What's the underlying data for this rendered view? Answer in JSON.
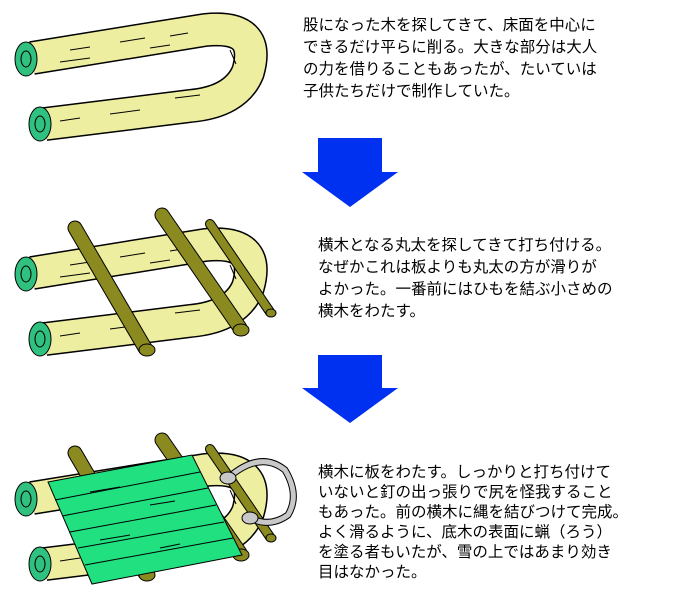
{
  "steps": [
    {
      "lines": [
        "股になった木を探してきて、床面を中心に",
        "できるだけ平らに削る。大きな部分は大人",
        "の力を借りることもあったが、たいていは",
        "子供たちだけで制作していた。"
      ]
    },
    {
      "lines": [
        "横木となる丸太を探してきて打ち付ける。",
        "なぜかこれは板よりも丸太の方が滑りが",
        "よかった。一番前にはひもを結ぶ小さめの",
        "横木をわたす。"
      ]
    },
    {
      "lines": [
        "横木に板をわたす。しっかりと打ち付けて",
        "いないと釘の出っ張りで尻を怪我すること",
        "もあった。前の横木に縄を結びつけて完成。",
        "よく滑るように、底木の表面に蝋（ろう）",
        "を塗る者もいたが、雪の上ではあまり効き",
        "目はなかった。"
      ]
    }
  ],
  "colors": {
    "wood": "#eeeea0",
    "end": "#30c080",
    "log": "#8a8a20",
    "board": "#20e080",
    "arrow": "#0030f0",
    "rope": "#c8c8c8"
  }
}
